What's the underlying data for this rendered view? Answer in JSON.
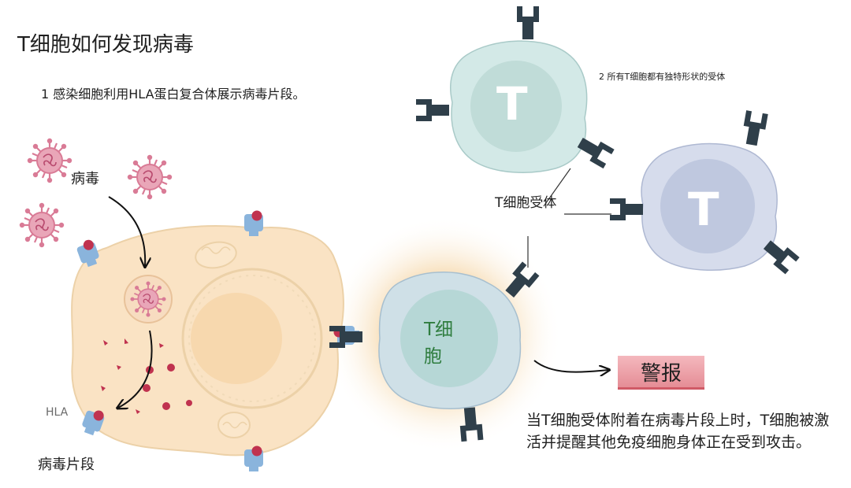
{
  "title": "T细胞如何发现病毒",
  "step1": "1 感染细胞利用HLA蛋白复合体展示病毒片段。",
  "step2": "2 所有T细胞都有独特形状的受体",
  "labels": {
    "virus": "病毒",
    "hla": "HLA",
    "fragment": "病毒片段",
    "tcr": "T细胞受体",
    "tcell": "T细胞",
    "t_letter": "T"
  },
  "alarm": "警报",
  "description": "当T细胞受体附着在病毒片段上时，T细胞被激活并提醒其他免疫细胞身体正在受到攻击。",
  "colors": {
    "infected_cell": "#fae3c4",
    "tcell_outer_teal": "#cfe6e6",
    "tcell_outer_lavender": "#d2d8ea",
    "receptor": "#2f3f4a",
    "virus": "#d97b96",
    "hla": "#8ab4dc",
    "fragment": "#c0324f",
    "alarm": "#e8949c",
    "tcell_text": "#2f7d3f"
  },
  "icons": [
    "virus-icon",
    "receptor-icon",
    "hla-complex-icon",
    "mitochondria-icon",
    "nucleus-icon",
    "arrow-icon"
  ]
}
